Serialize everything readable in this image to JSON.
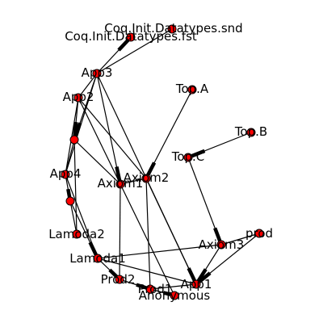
{
  "graph": {
    "node_fill": "#ff0000",
    "node_stroke": "#000000",
    "edge_color": "#000000",
    "nodes": [
      {
        "id": "snd",
        "label": "Coq.Init.Datatypes.snd"
      },
      {
        "id": "fst",
        "label": "Coq.Init.Datatypes.fst"
      },
      {
        "id": "app3",
        "label": "App3"
      },
      {
        "id": "app2",
        "label": "App2"
      },
      {
        "id": "topA",
        "label": "Top.A"
      },
      {
        "id": "topB",
        "label": "Top.B"
      },
      {
        "id": "topC",
        "label": "Top.C"
      },
      {
        "id": "n1",
        "label": ""
      },
      {
        "id": "app4",
        "label": "App4"
      },
      {
        "id": "axiom2",
        "label": "Axiom2"
      },
      {
        "id": "axiom1",
        "label": "Axiom1"
      },
      {
        "id": "n2",
        "label": ""
      },
      {
        "id": "lamoda2",
        "label": "Lamoda2"
      },
      {
        "id": "prod",
        "label": "prod"
      },
      {
        "id": "axiom3",
        "label": "Axiom3"
      },
      {
        "id": "lamoda1",
        "label": "Lamoda1"
      },
      {
        "id": "prod2",
        "label": "Prod2"
      },
      {
        "id": "app1",
        "label": "App1"
      },
      {
        "id": "prod1",
        "label": "Prod1"
      },
      {
        "id": "anonymous",
        "label": "Anonymous"
      }
    ],
    "edges": [
      {
        "source": "app3",
        "target": "snd",
        "directed": false
      },
      {
        "source": "app3",
        "target": "fst",
        "directed": true
      },
      {
        "source": "app3",
        "target": "app2",
        "directed": false
      },
      {
        "source": "app3",
        "target": "n1",
        "directed": true
      },
      {
        "source": "app3",
        "target": "app4",
        "directed": false
      },
      {
        "source": "app3",
        "target": "axiom1",
        "directed": true
      },
      {
        "source": "app3",
        "target": "app1",
        "directed": false
      },
      {
        "source": "app2",
        "target": "n1",
        "directed": true
      },
      {
        "source": "app2",
        "target": "app4",
        "directed": false
      },
      {
        "source": "app2",
        "target": "axiom2",
        "directed": false
      },
      {
        "source": "app2",
        "target": "axiom1",
        "directed": false
      },
      {
        "source": "topA",
        "target": "axiom2",
        "directed": true
      },
      {
        "source": "topB",
        "target": "topC",
        "directed": true
      },
      {
        "source": "topC",
        "target": "axiom3",
        "directed": true
      },
      {
        "source": "n1",
        "target": "app4",
        "directed": false
      },
      {
        "source": "n1",
        "target": "lamoda2",
        "directed": false
      },
      {
        "source": "n1",
        "target": "axiom1",
        "directed": false
      },
      {
        "source": "app4",
        "target": "n2",
        "directed": true
      },
      {
        "source": "app4",
        "target": "lamoda1",
        "directed": false
      },
      {
        "source": "axiom2",
        "target": "axiom1",
        "directed": false
      },
      {
        "source": "axiom2",
        "target": "app1",
        "directed": true
      },
      {
        "source": "axiom2",
        "target": "prod1",
        "directed": false
      },
      {
        "source": "axiom1",
        "target": "prod2",
        "directed": false
      },
      {
        "source": "axiom1",
        "target": "anonymous",
        "directed": false
      },
      {
        "source": "n2",
        "target": "lamoda1",
        "directed": true
      },
      {
        "source": "n2",
        "target": "lamoda2",
        "directed": false
      },
      {
        "source": "lamoda1",
        "target": "axiom3",
        "directed": false
      },
      {
        "source": "lamoda1",
        "target": "prod2",
        "directed": true
      },
      {
        "source": "lamoda1",
        "target": "app1",
        "directed": false
      },
      {
        "source": "prod",
        "target": "axiom3",
        "directed": false
      },
      {
        "source": "prod",
        "target": "app1",
        "directed": true
      },
      {
        "source": "axiom3",
        "target": "app1",
        "directed": true
      },
      {
        "source": "prod2",
        "target": "prod1",
        "directed": true
      },
      {
        "source": "prod1",
        "target": "app1",
        "directed": false
      },
      {
        "source": "prod1",
        "target": "anonymous",
        "directed": true
      }
    ]
  }
}
